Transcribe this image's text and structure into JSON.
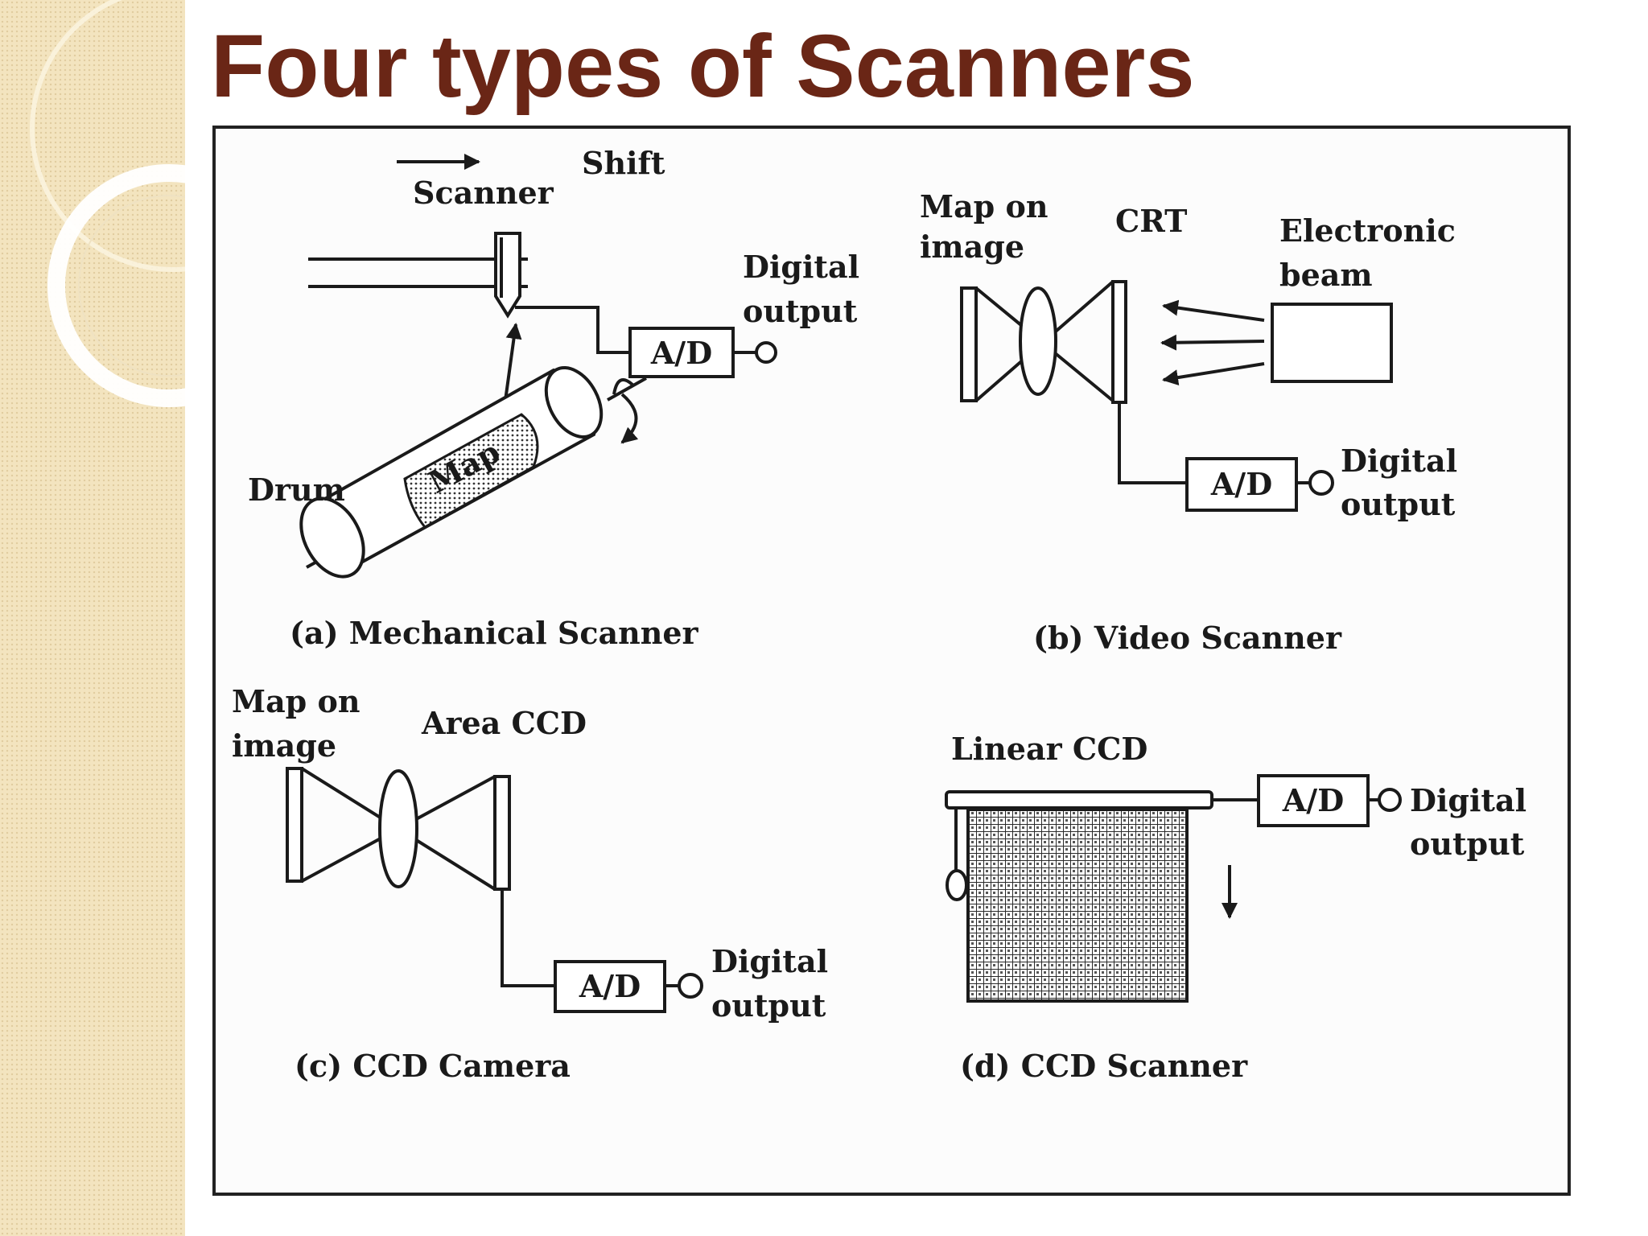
{
  "slide": {
    "title": "Four types of Scanners"
  },
  "figure": {
    "panel_a": {
      "shift_label": "Shift",
      "scanner_label": "Scanner",
      "digital_output_label_1": "Digital",
      "digital_output_label_2": "output",
      "ad_label": "A/D",
      "drum_label": "Drum",
      "map_label": "Map",
      "caption": "(a) Mechanical Scanner"
    },
    "panel_b": {
      "map_on_image_1": "Map on",
      "map_on_image_2": "image",
      "crt_label": "CRT",
      "electronic_beam_1": "Electronic",
      "electronic_beam_2": "beam",
      "ad_label": "A/D",
      "digital_output_label_1": "Digital",
      "digital_output_label_2": "output",
      "caption": "(b) Video Scanner"
    },
    "panel_c": {
      "map_on_image_1": "Map on",
      "map_on_image_2": "image",
      "area_ccd_label": "Area CCD",
      "ad_label": "A/D",
      "digital_output_label_1": "Digital",
      "digital_output_label_2": "output",
      "caption": "(c) CCD Camera"
    },
    "panel_d": {
      "linear_ccd_label": "Linear CCD",
      "ad_label": "A/D",
      "digital_output_label_1": "Digital",
      "digital_output_label_2": "output",
      "caption": "(d) CCD Scanner"
    }
  },
  "colors": {
    "title": "#6a2616",
    "strip": "#f3e4bf"
  }
}
